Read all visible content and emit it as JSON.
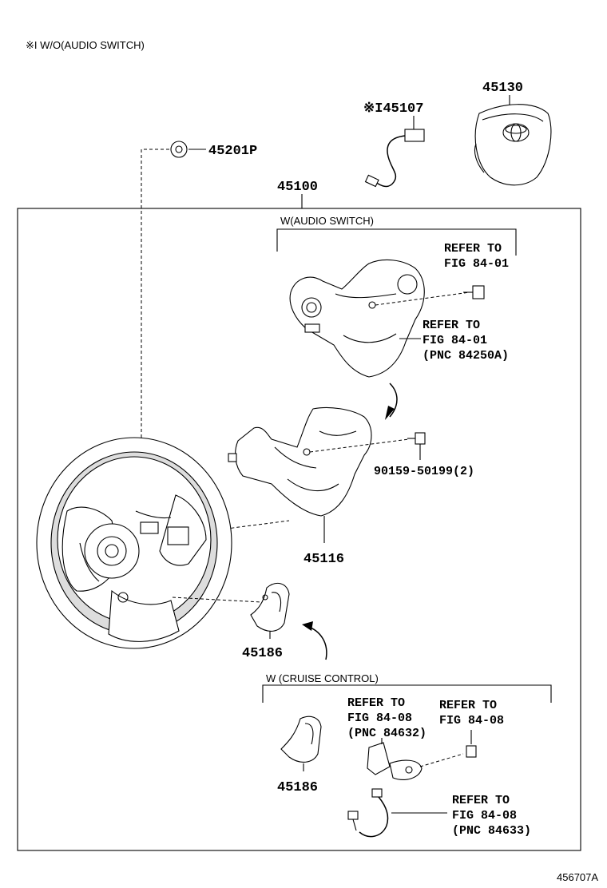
{
  "header_note": "※I W/O(AUDIO SWITCH)",
  "parts": {
    "p45130": "45130",
    "p45107": "※I45107",
    "p45201p": "45201P",
    "p45100": "45100",
    "p45116": "45116",
    "p45186_a": "45186",
    "p45186_b": "45186",
    "bolt": "90159-50199(2)"
  },
  "groups": {
    "audio": "W(AUDIO SWITCH)",
    "cruise": "W (CRUISE CONTROL)"
  },
  "refs": {
    "r1": [
      "REFER TO",
      "FIG 84-01"
    ],
    "r2": [
      "REFER TO",
      "FIG 84-01",
      "(PNC 84250A)"
    ],
    "r3": [
      "REFER TO",
      "FIG 84-08",
      "(PNC 84632)"
    ],
    "r4": [
      "REFER TO",
      "FIG 84-08"
    ],
    "r5": [
      "REFER TO",
      "FIG 84-08",
      "(PNC 84633)"
    ]
  },
  "figure_id": "456707A",
  "icons": [
    "toyota-logo-icon",
    "curved-arrow-icon"
  ]
}
